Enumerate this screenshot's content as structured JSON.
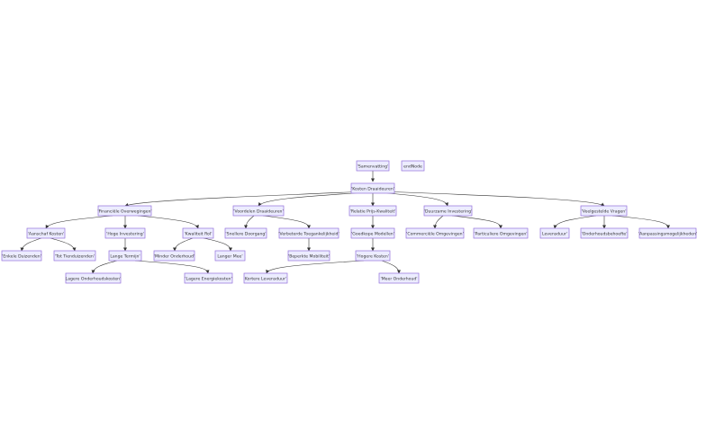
{
  "diagram": {
    "nodes": {
      "summary": "'Samenvatting'",
      "endnode": "endNode",
      "root": "'Kosten Draaideuren'",
      "financial": "'Financiële Overwegingen'",
      "advantages": "'Voordelen Draaideuren'",
      "price_quality": "'Relatie Prijs-Kwaliteit'",
      "sustainable": "'Duurzame Investering'",
      "faq": "'Veelgestelde Vragen'",
      "purchase_cost": "'Aanschaf Kosten'",
      "high_investment": "'Hoge Investering'",
      "quality_roi": "'Kwaliteit RoI'",
      "smooth_passage": "'Snellere Doorgang'",
      "accessibility": "'Verbeterde Toegankelijkheid'",
      "cheap_models": "'Goedkope Modellen'",
      "commercial": "'Commerciële Omgevingen'",
      "residential": "'Particuliere Omgevingen'",
      "lifespan": "Levensduur'",
      "maintenance_need": "'Onderhoudsbehoefte'",
      "adjust_options": "'Aanpassingsmogelijkheden'",
      "thousands": "'Enkele Duizenden'",
      "tens_thousands": "'Tot Tienduizenden'",
      "long_term": "Lange Termijn'",
      "less_maintenance": "'Minder Onderhoud'",
      "lasts_longer": "Langer Mee'",
      "limited_mobility": "'Beperkte Mobiliteit'",
      "higher_costs": "'Hogere Kosten'",
      "lower_maintenance_costs": "Lagere Onderhoudskosten'",
      "lower_energy_costs": "'Lagere Energiekosten'",
      "shorter_lifespan": "Kortere Levensduur'",
      "more_maintenance": "'Meer Onderhoud'"
    }
  }
}
